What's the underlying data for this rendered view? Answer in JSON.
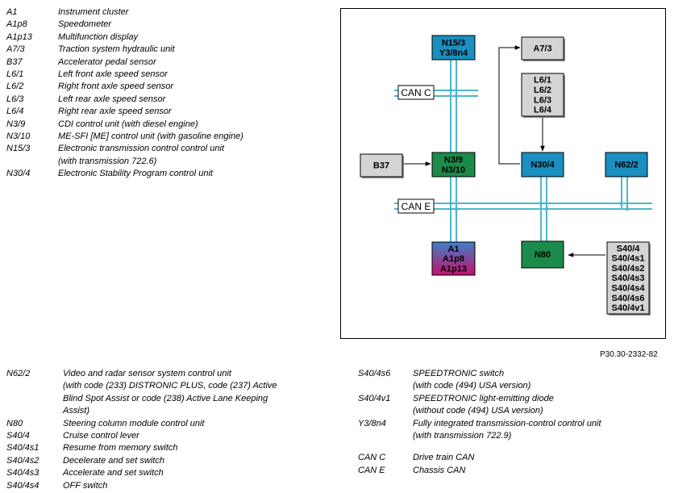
{
  "legend_top": [
    {
      "code": "A1",
      "desc": [
        "Instrument cluster"
      ]
    },
    {
      "code": "A1p8",
      "desc": [
        "Speedometer"
      ]
    },
    {
      "code": "A1p13",
      "desc": [
        "Multifunction display"
      ]
    },
    {
      "code": "A7/3",
      "desc": [
        "Traction system hydraulic unit"
      ]
    },
    {
      "code": "B37",
      "desc": [
        "Accelerator pedal sensor"
      ]
    },
    {
      "code": "L6/1",
      "desc": [
        "Left front axle speed sensor"
      ]
    },
    {
      "code": "L6/2",
      "desc": [
        "Right front axle speed sensor"
      ]
    },
    {
      "code": "L6/3",
      "desc": [
        "Left rear axle speed sensor"
      ]
    },
    {
      "code": "L6/4",
      "desc": [
        "Right rear axle speed sensor"
      ]
    },
    {
      "code": "N3/9",
      "desc": [
        "CDI control unit (with diesel engine)"
      ]
    },
    {
      "code": "N3/10",
      "desc": [
        "ME-SFI [ME] control unit (with gasoline engine)"
      ]
    },
    {
      "code": "N15/3",
      "desc": [
        "Electronic transmission control control unit",
        "(with transmission 722.6)"
      ]
    },
    {
      "code": "N30/4",
      "desc": [
        "Electronic Stability Program control unit"
      ]
    }
  ],
  "legend_bottom_left": [
    {
      "code": "N62/2",
      "desc": [
        "Video and radar sensor system control unit",
        "(with code (233) DISTRONIC PLUS, code (237) Active",
        "Blind Spot Assist or code (238) Active Lane Keeping",
        "Assist)"
      ]
    },
    {
      "code": "N80",
      "desc": [
        "Steering column module control unit"
      ]
    },
    {
      "code": "S40/4",
      "desc": [
        "Cruise control lever"
      ]
    },
    {
      "code": "S40/4s1",
      "desc": [
        "Resume from memory switch"
      ]
    },
    {
      "code": "S40/4s2",
      "desc": [
        "Decelerate and set switch"
      ]
    },
    {
      "code": "S40/4s3",
      "desc": [
        "Accelerate and set switch"
      ]
    },
    {
      "code": "S40/4s4",
      "desc": [
        "OFF switch"
      ]
    }
  ],
  "legend_bottom_right": [
    {
      "code": "S40/4s6",
      "desc": [
        "SPEEDTRONIC switch",
        "(with code (494) USA version)"
      ]
    },
    {
      "code": "S40/4v1",
      "desc": [
        "SPEEDTRONIC light-emitting diode",
        "(without code (494) USA version)"
      ]
    },
    {
      "code": "Y3/8n4",
      "desc": [
        "Fully integrated transmission-control control unit",
        "(with transmission 722.9)"
      ]
    },
    {
      "code": "CAN C",
      "desc": [
        "Drive train CAN"
      ],
      "gap_before": true
    },
    {
      "code": "CAN E",
      "desc": [
        "Chassis CAN"
      ]
    }
  ],
  "figure_ref": "P30.30-2332-82",
  "diagram": {
    "bus_can_c": "CAN C",
    "bus_can_e": "CAN E",
    "n15_3": [
      "N15/3",
      "Y3/8n4"
    ],
    "a7_3": [
      "A7/3"
    ],
    "l6": [
      "L6/1",
      "L6/2",
      "L6/3",
      "L6/4"
    ],
    "b37": [
      "B37"
    ],
    "n3": [
      "N3/9",
      "N3/10"
    ],
    "n30_4": [
      "N30/4"
    ],
    "n62_2": [
      "N62/2"
    ],
    "a1": [
      "A1",
      "A1p8",
      "A1p13"
    ],
    "n80": [
      "N80"
    ],
    "s40": [
      "S40/4",
      "S40/4s1",
      "S40/4s2",
      "S40/4s3",
      "S40/4s4",
      "S40/4s6",
      "S40/4v1"
    ]
  },
  "colors": {
    "bus": "#4bb8cc",
    "module_blue": "#1a8fc0",
    "module_green": "#1c8a4a",
    "module_grey": "#d4d4d4",
    "a1_top": "#3f7fc8",
    "a1_bottom": "#c2126b"
  }
}
